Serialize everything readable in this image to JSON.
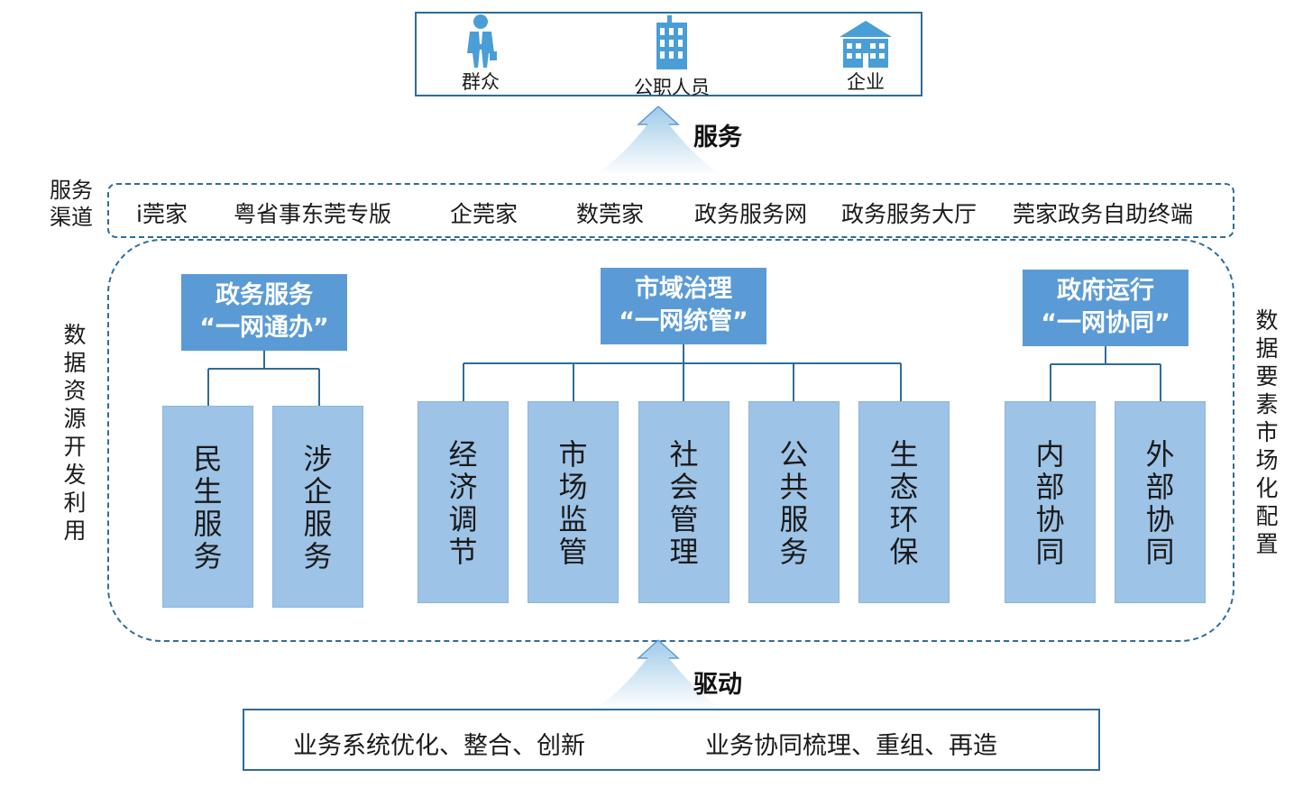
{
  "top": {
    "actors": [
      {
        "icon": "person-icon",
        "label": "群众"
      },
      {
        "icon": "office-building-icon",
        "label": "公职人员"
      },
      {
        "icon": "enterprise-building-icon",
        "label": "企业"
      }
    ]
  },
  "service_label": "服务",
  "channels": {
    "title_line1": "服务",
    "title_line2": "渠道",
    "items": [
      "i莞家",
      "粤省事东莞专版",
      "企莞家",
      "数莞家",
      "政务服务网",
      "政务服务大厅",
      "莞家政务自助终端"
    ]
  },
  "left_side_label": "数据资源开发利用",
  "right_side_label": "数据要素市场化配置",
  "groups": [
    {
      "title_line1": "政务服务",
      "title_line2": "“一网通办”",
      "leaves": [
        "民生服务",
        "涉企服务"
      ]
    },
    {
      "title_line1": "市域治理",
      "title_line2": "“一网统管”",
      "leaves": [
        "经济调节",
        "市场监管",
        "社会管理",
        "公共服务",
        "生态环保"
      ]
    },
    {
      "title_line1": "政府运行",
      "title_line2": "“一网协同”",
      "leaves": [
        "内部协同",
        "外部协同"
      ]
    }
  ],
  "drive_label": "驱动",
  "bottom": {
    "items": [
      "业务系统优化、整合、创新",
      "业务协同梳理、重组、再造"
    ]
  },
  "colors": {
    "border": "#2e6c99",
    "head_fill": "#5b9bd5",
    "leaf_fill": "#9dc3e6",
    "icon": "#4a9ed6"
  }
}
